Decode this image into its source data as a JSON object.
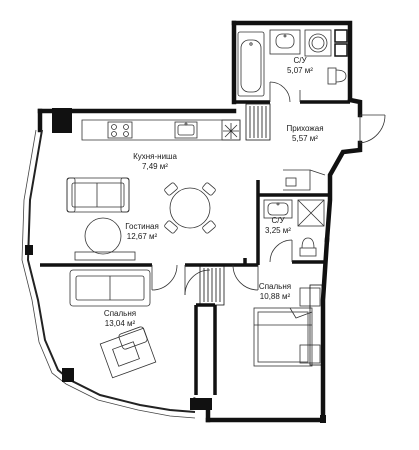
{
  "rooms": {
    "bathroom_1": {
      "name": "С/У",
      "area": "5,07 м²"
    },
    "hallway": {
      "name": "Прихожая",
      "area": "5,57 м²"
    },
    "kitchen_niche": {
      "name": "Кухня-ниша",
      "area": "7,49 м²"
    },
    "living_room": {
      "name": "Гостиная",
      "area": "12,67 м²"
    },
    "bathroom_2": {
      "name": "С/У",
      "area": "3,25 м²"
    },
    "bedroom_small": {
      "name": "Спальня",
      "area": "10,88 м²"
    },
    "bedroom_large": {
      "name": "Спальня",
      "area": "13,04 м²"
    }
  },
  "colors": {
    "wall": "#111111",
    "line": "#333333",
    "background": "#ffffff"
  },
  "icons": [
    "bathtub-icon",
    "washbasin-icon",
    "washing-machine-icon",
    "toilet-icon",
    "stove-icon",
    "kitchen-sink-icon",
    "sofa-icon",
    "dining-table-icon",
    "armchair-icon",
    "round-table-icon",
    "bed-icon",
    "desk-icon",
    "shower-icon",
    "wardrobe-icon",
    "door-icon"
  ]
}
